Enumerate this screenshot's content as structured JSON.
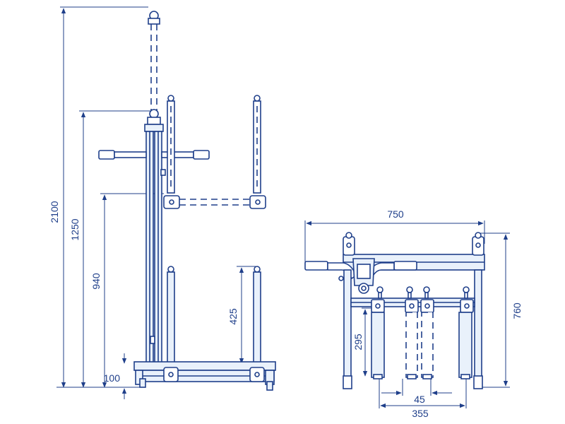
{
  "dimensions": {
    "side_view": {
      "total_height": "2100",
      "upper_height": "1250",
      "arm_height": "940",
      "lower_column_height": "425",
      "base_height": "100"
    },
    "front_view": {
      "width": "750",
      "height": "760",
      "column_height": "295",
      "column_gap": "45",
      "column_span": "355"
    }
  },
  "colors": {
    "line": "#1f3f8a",
    "fill": "#e9f1fb",
    "background": "#ffffff"
  }
}
